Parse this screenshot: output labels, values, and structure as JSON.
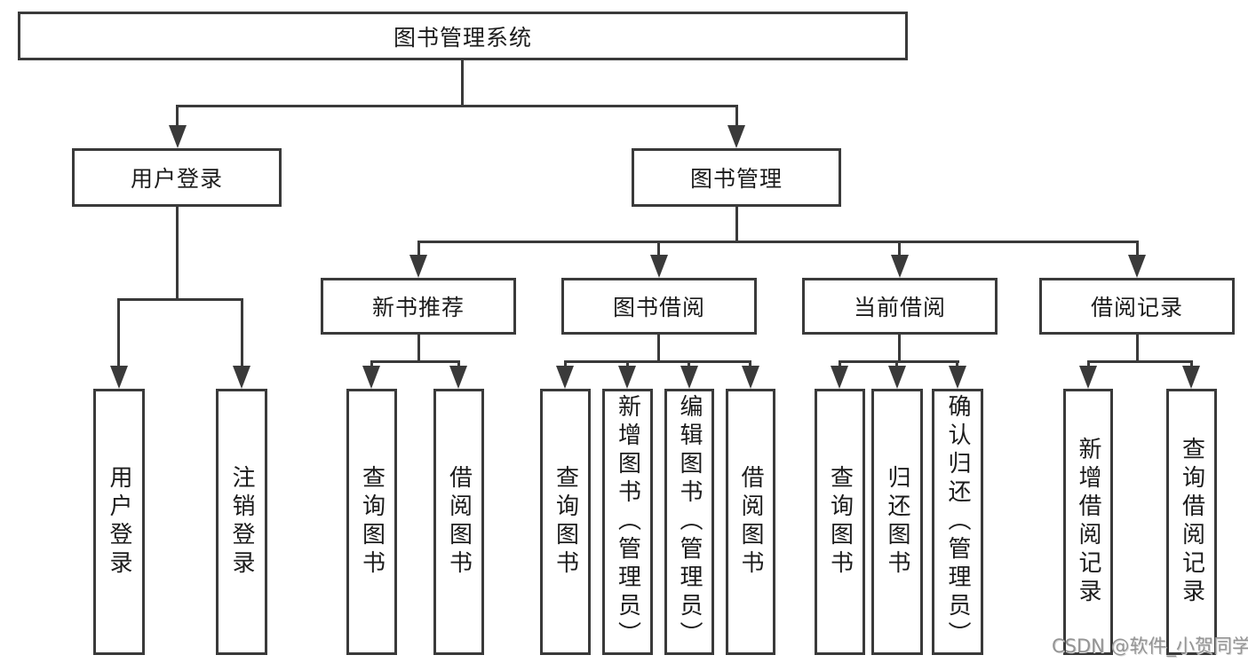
{
  "nodes": {
    "root": "图书管理系统",
    "user_login": "用户登录",
    "book_management": "图书管理",
    "new_book_recommend": "新书推荐",
    "book_borrowing": "图书借阅",
    "current_borrowing": "当前借阅",
    "borrowing_records": "借阅记录",
    "leaf_user_login": "用户登录",
    "leaf_logout": "注销登录",
    "leaf_query_books_1": "查询图书",
    "leaf_borrow_books_1": "借阅图书",
    "leaf_query_books_2": "查询图书",
    "leaf_add_books_admin": "新增图书（管理员）",
    "leaf_edit_books_admin": "编辑图书（管理员）",
    "leaf_borrow_books_2": "借阅图书",
    "leaf_query_books_3": "查询图书",
    "leaf_return_books": "归还图书",
    "leaf_confirm_return_admin": "确认归还（管理员）",
    "leaf_add_borrow_record": "新增借阅记录",
    "leaf_query_borrow_record": "查询借阅记录"
  },
  "watermark": "CSDN @软件_小贺同学",
  "colors": {
    "line": "#3a3a3a",
    "text": "#1c1c1c",
    "watermark": "#949494",
    "background": "#ffffff"
  }
}
